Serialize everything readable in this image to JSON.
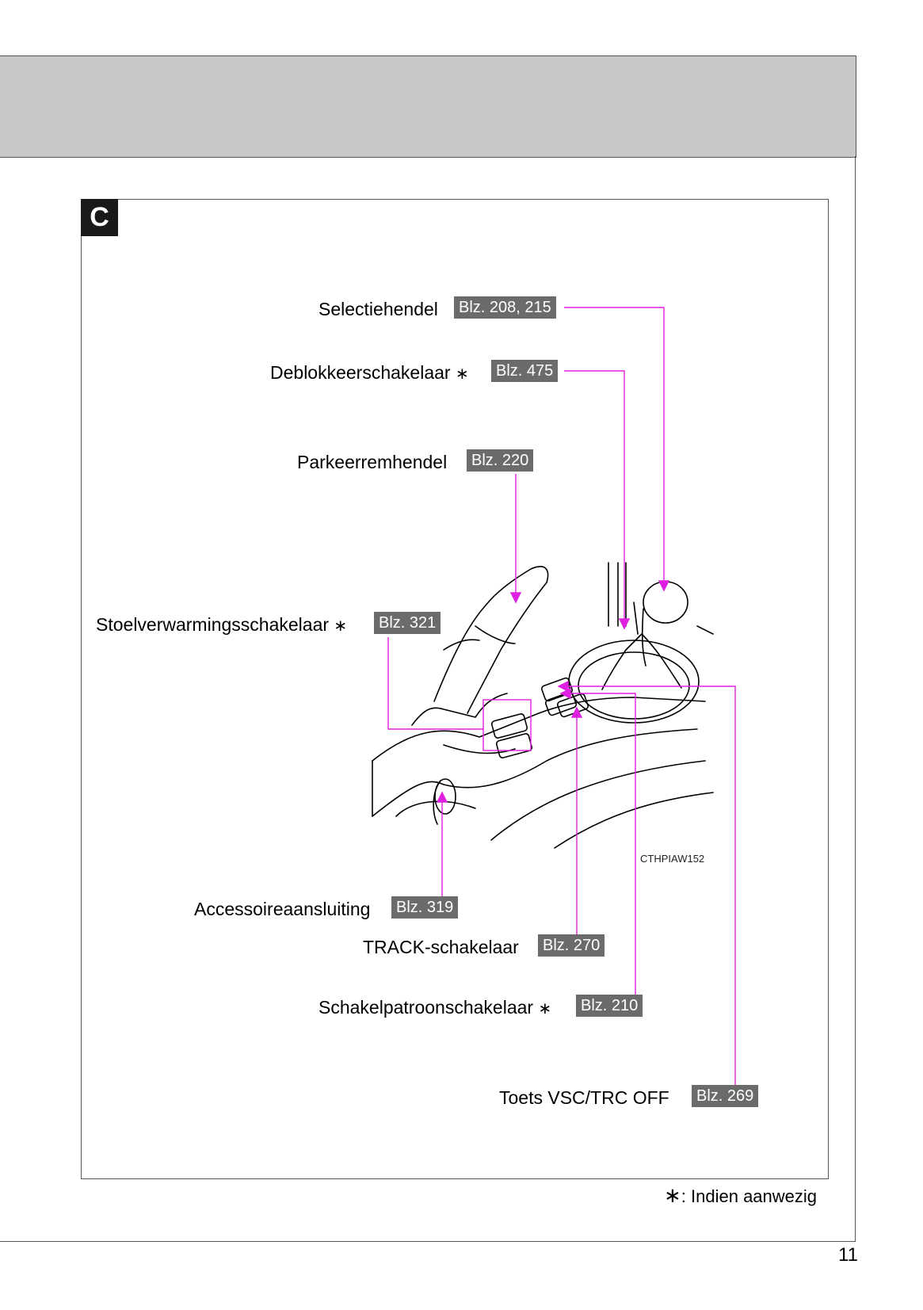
{
  "section_letter": "C",
  "callouts": [
    {
      "id": "selectiehendel",
      "label": "Selectiehendel",
      "optional": false,
      "page": "Blz. 208, 215"
    },
    {
      "id": "deblokkeer",
      "label": "Deblokkeerschakelaar",
      "optional": true,
      "page": "Blz. 475"
    },
    {
      "id": "parkeerrem",
      "label": "Parkeerremhendel",
      "optional": false,
      "page": "Blz. 220"
    },
    {
      "id": "stoelverwarming",
      "label": "Stoelverwarmingsschakelaar",
      "optional": true,
      "page": "Blz. 321"
    },
    {
      "id": "accessoire",
      "label": "Accessoireaansluiting",
      "optional": false,
      "page": "Blz. 319"
    },
    {
      "id": "track",
      "label": "TRACK-schakelaar",
      "optional": false,
      "page": "Blz. 270"
    },
    {
      "id": "schakelpatroon",
      "label": "Schakelpatroonschakelaar",
      "optional": true,
      "page": "Blz. 210"
    },
    {
      "id": "vsc",
      "label": "Toets VSC/TRC OFF",
      "optional": false,
      "page": "Blz. 269"
    }
  ],
  "asterisk": "∗",
  "figure_code": "CTHPIAW152",
  "footnote": {
    "symbol": "∗",
    "text": ": Indien aanwezig"
  },
  "page_number": "11",
  "colors": {
    "leader": "#e020e0",
    "page_ref_bg": "#6b6b6b",
    "header_band": "#c8c8c8"
  }
}
